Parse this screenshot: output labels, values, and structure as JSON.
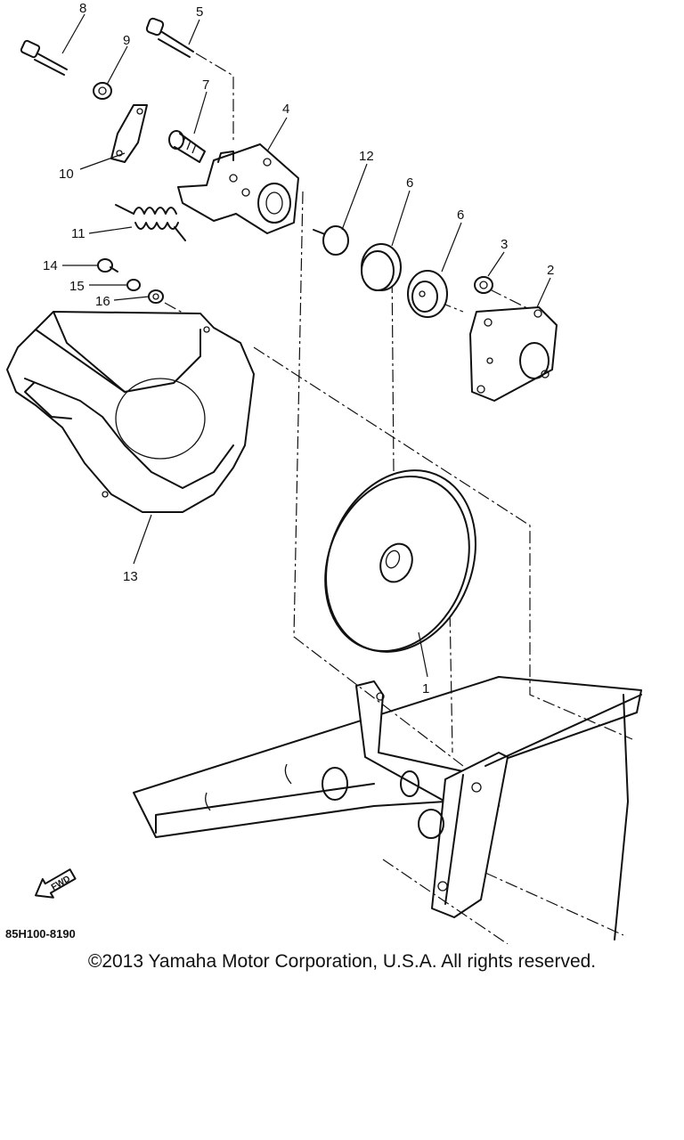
{
  "diagram": {
    "callouts": [
      "1",
      "2",
      "3",
      "4",
      "5",
      "6",
      "6",
      "7",
      "8",
      "9",
      "10",
      "11",
      "12",
      "13",
      "14",
      "15",
      "16"
    ],
    "fwd_label": "FWD",
    "drawing_code": "85H100-8190"
  },
  "footer": {
    "copyright": "©2013 Yamaha Motor Corporation, U.S.A. All rights reserved."
  },
  "colors": {
    "ink": "#111111",
    "paper": "#ffffff"
  }
}
